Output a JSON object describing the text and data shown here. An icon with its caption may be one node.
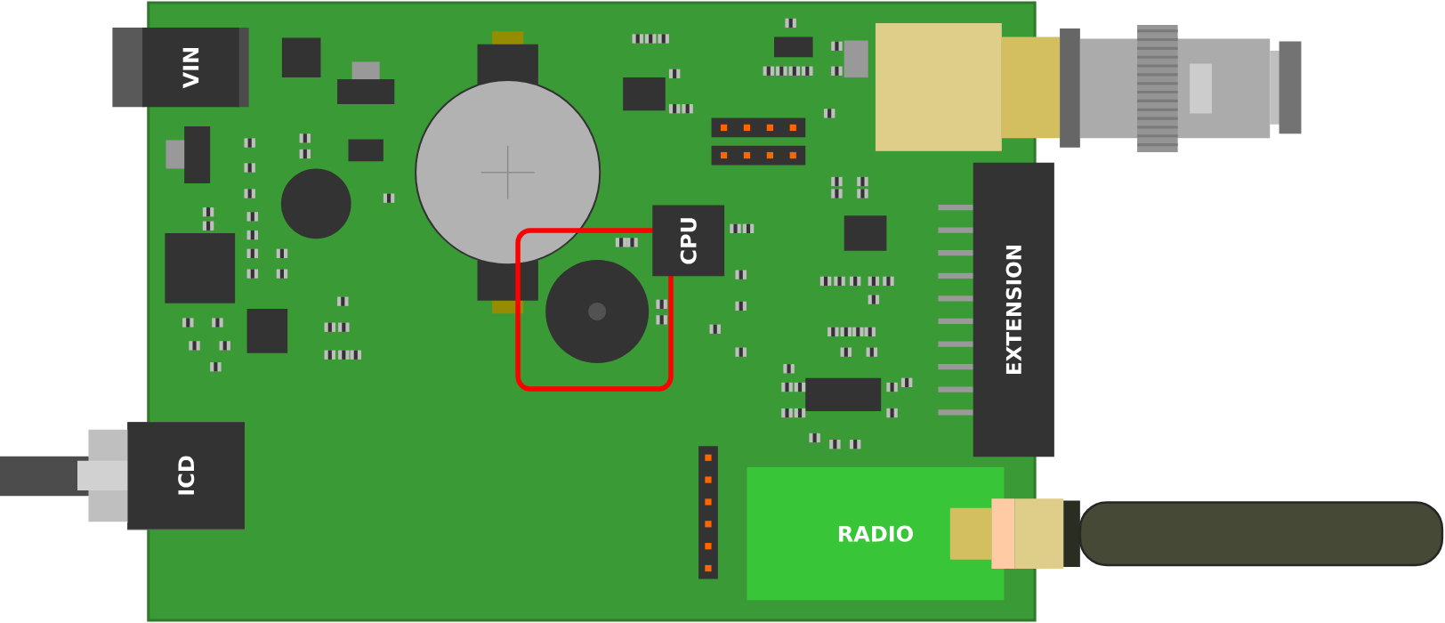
{
  "diagram": {
    "nodes": [
      {
        "text": [
          "VIN"
        ]
      },
      {
        "text": [
          "CPU"
        ]
      },
      {
        "text": [
          "EXTENSION"
        ]
      },
      {
        "text": [
          "ICD"
        ]
      },
      {
        "text": [
          "RADIO"
        ]
      }
    ]
  }
}
